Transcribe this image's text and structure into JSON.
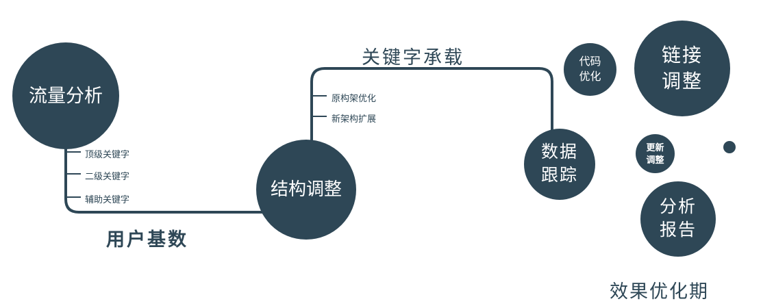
{
  "colors": {
    "primary": "#2e4756",
    "background": "#ffffff",
    "node_text": "#ffffff"
  },
  "nodes": {
    "traffic": {
      "label": "流量分析"
    },
    "structure": {
      "label": "结构调整"
    },
    "tracking": {
      "line1": "数据",
      "line2": "跟踪"
    },
    "code": {
      "line1": "代码",
      "line2": "优化"
    },
    "link": {
      "line1": "链接",
      "line2": "调整"
    },
    "update": {
      "line1": "更新",
      "line2": "调整"
    },
    "report": {
      "line1": "分析",
      "line2": "报告"
    }
  },
  "branch_labels": {
    "keywords": [
      "顶级关键字",
      "二级关键字",
      "辅助关键字"
    ],
    "architecture": [
      "原构架优化",
      "新架构扩展"
    ]
  },
  "edge_labels": {
    "user_base": "用户基数",
    "keyword_carry": "关键字承载"
  },
  "footer": {
    "label": "效果优化期"
  }
}
